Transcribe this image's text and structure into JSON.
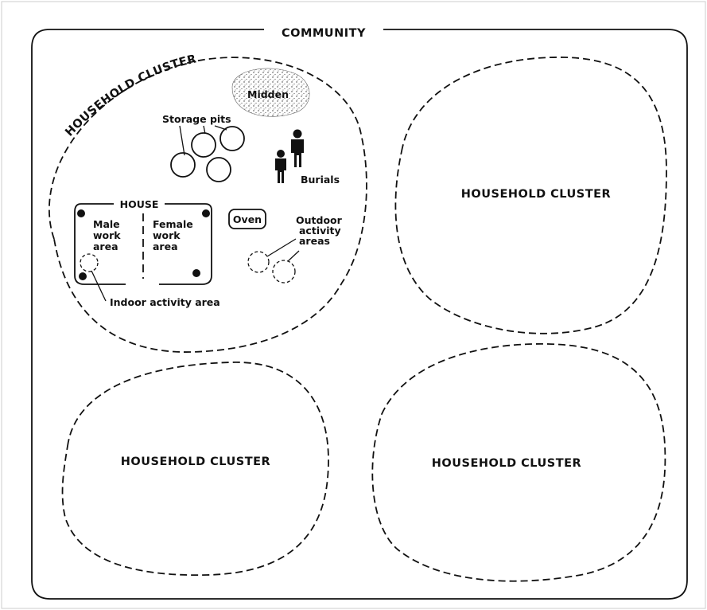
{
  "community": {
    "title": "COMMUNITY"
  },
  "household_clusters": [
    {
      "label": "HOUSEHOLD CLUSTER",
      "features": {
        "midden": "Midden",
        "storage_pits": "Storage pits",
        "burials": "Burials",
        "house": "HOUSE",
        "male_area_lines": [
          "Male",
          "work",
          "area"
        ],
        "female_area_lines": [
          "Female",
          "work",
          "area"
        ],
        "oven": "Oven",
        "outdoor_area_lines": [
          "Outdoor",
          "activity",
          "areas"
        ],
        "indoor_area": "Indoor activity area"
      }
    },
    {
      "label": "HOUSEHOLD CLUSTER"
    },
    {
      "label": "HOUSEHOLD CLUSTER"
    },
    {
      "label": "HOUSEHOLD CLUSTER"
    }
  ],
  "colors": {
    "ink": "#111111",
    "background": "#ffffff",
    "frame": "#cccccc"
  }
}
